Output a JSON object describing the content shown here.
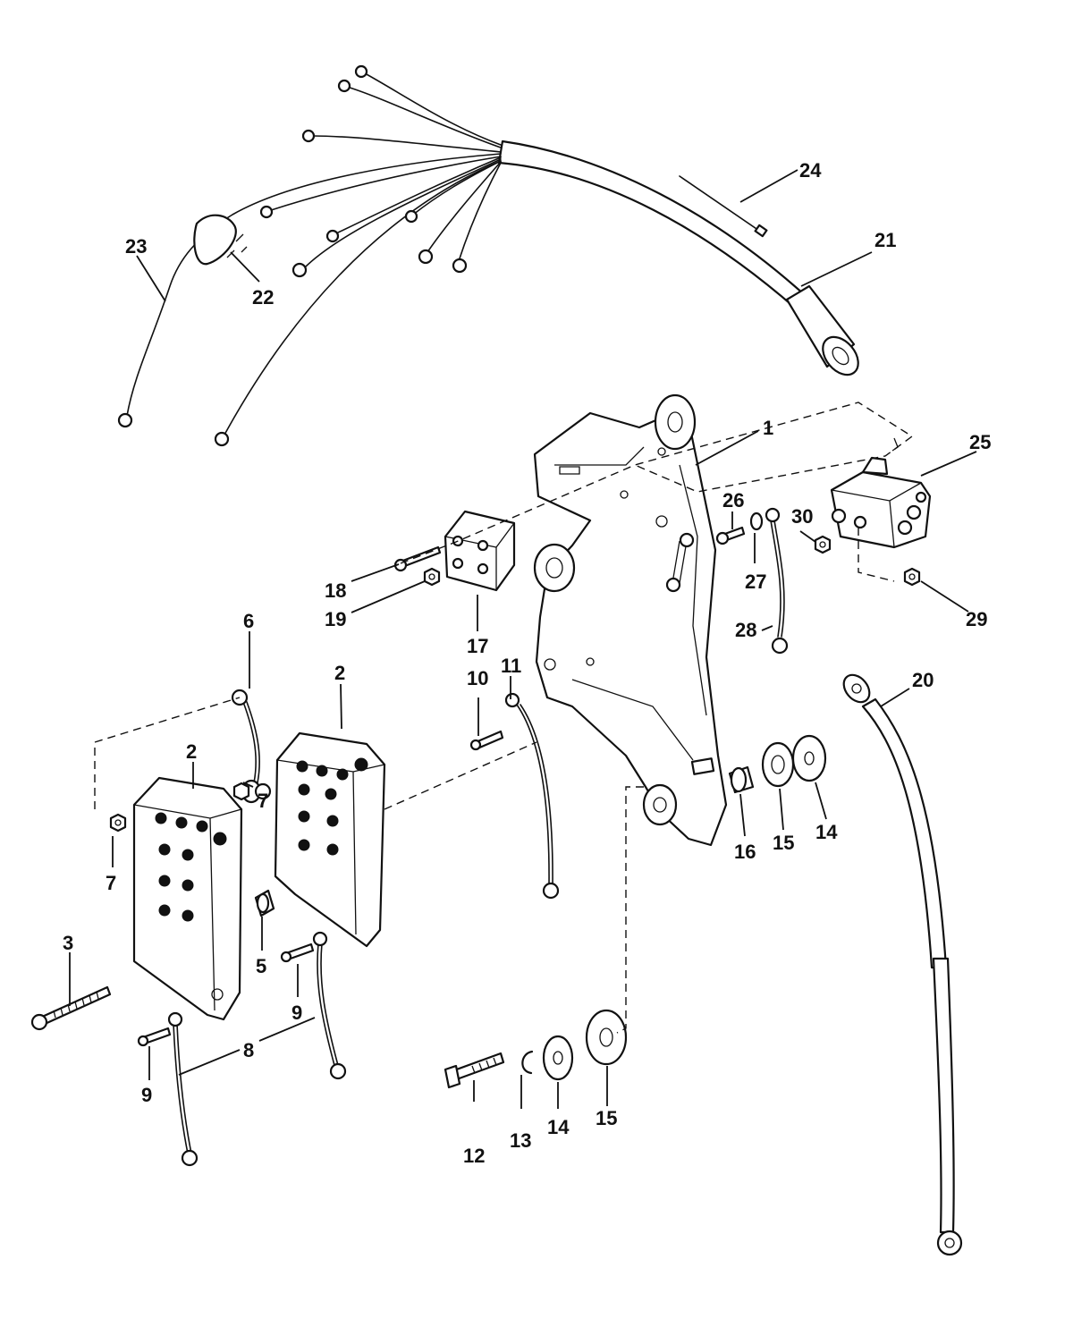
{
  "callouts": {
    "c1": "1",
    "c2a": "2",
    "c2b": "2",
    "c3": "3",
    "c5": "5",
    "c6": "6",
    "c7a": "7",
    "c7b": "7",
    "c8": "8",
    "c9a": "9",
    "c9b": "9",
    "c10": "10",
    "c11": "11",
    "c12": "12",
    "c13": "13",
    "c14a": "14",
    "c14b": "14",
    "c15a": "15",
    "c15b": "15",
    "c16": "16",
    "c17": "17",
    "c18": "18",
    "c19": "19",
    "c20": "20",
    "c21": "21",
    "c22": "22",
    "c23": "23",
    "c24": "24",
    "c25": "25",
    "c26": "26",
    "c27": "27",
    "c28": "28",
    "c29": "29",
    "c30": "30"
  }
}
